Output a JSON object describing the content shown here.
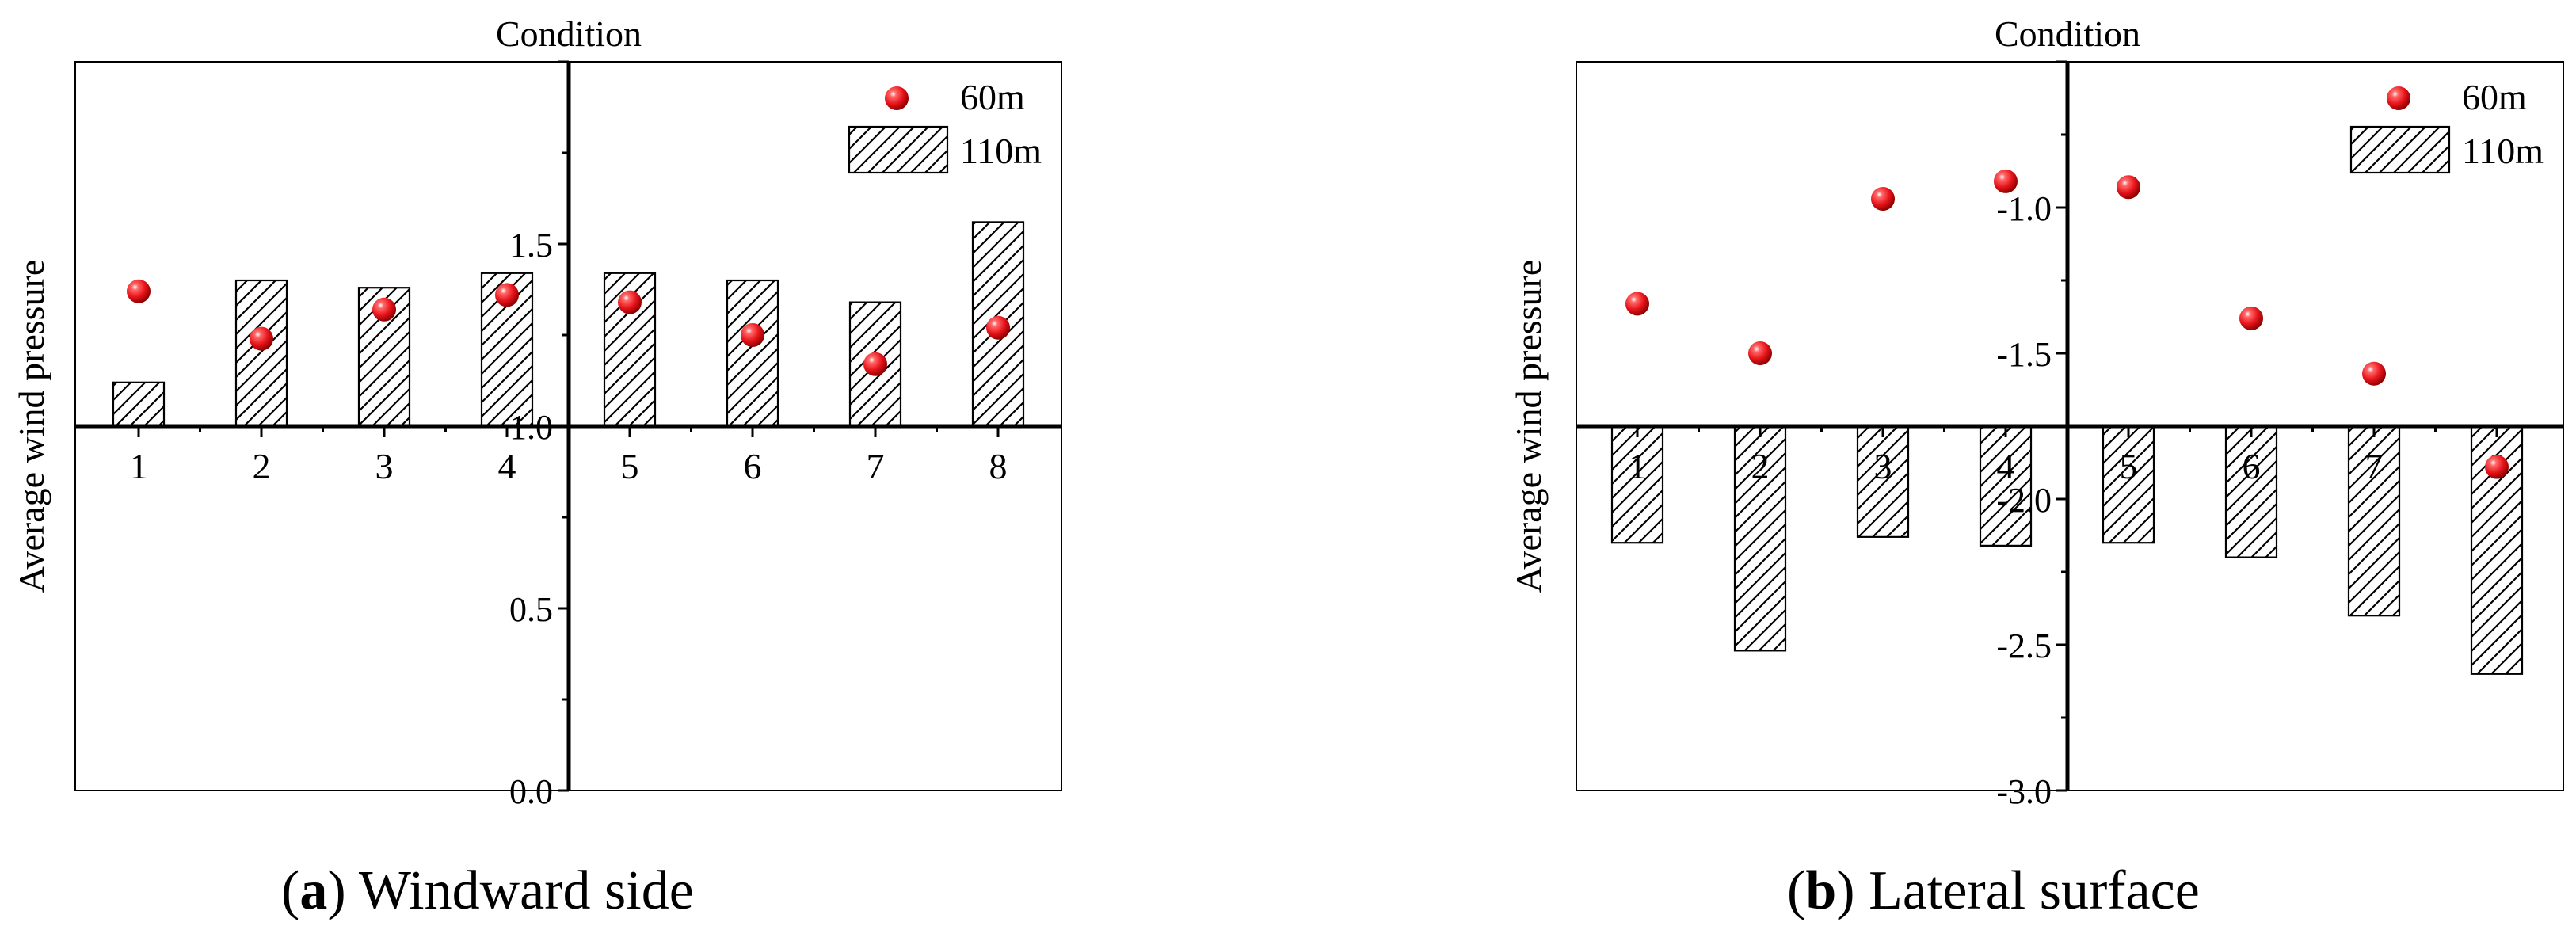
{
  "chart_data": [
    {
      "type": "bar",
      "panel": "a",
      "top_label": "Condition",
      "ylabel": "Average wind pressure",
      "categories": [
        "1",
        "2",
        "3",
        "4",
        "5",
        "6",
        "7",
        "8"
      ],
      "ylim": [
        0.0,
        2.0
      ],
      "baseline": 1.0,
      "yticks": [
        "0.0",
        "0.5",
        "1.0",
        "1.5"
      ],
      "grid": false,
      "legend_position": "top-right",
      "series": [
        {
          "name": "60m",
          "kind": "scatter",
          "color": "#e8141b",
          "values": [
            1.37,
            1.24,
            1.32,
            1.36,
            1.34,
            1.25,
            1.17,
            1.27
          ]
        },
        {
          "name": "110m",
          "kind": "bar",
          "pattern": "hatch",
          "values": [
            1.12,
            1.4,
            1.38,
            1.42,
            1.42,
            1.4,
            1.34,
            1.56
          ]
        }
      ],
      "caption": {
        "letter": "a",
        "text": "Windward side"
      }
    },
    {
      "type": "bar",
      "panel": "b",
      "top_label": "Condition",
      "ylabel": "Average wind pressure",
      "categories": [
        "1",
        "2",
        "3",
        "4",
        "5",
        "6",
        "7",
        "8"
      ],
      "ylim": [
        -3.0,
        -0.5
      ],
      "baseline": -1.75,
      "yticks": [
        "-1.0",
        "-1.5",
        "-2.0",
        "-2.5",
        "-3.0"
      ],
      "grid": false,
      "legend_position": "top-right",
      "series": [
        {
          "name": "60m",
          "kind": "scatter",
          "color": "#e8141b",
          "values": [
            -1.33,
            -1.5,
            -0.97,
            -0.91,
            -0.93,
            -1.38,
            -1.57,
            -1.89
          ]
        },
        {
          "name": "110m",
          "kind": "bar",
          "pattern": "hatch",
          "values": [
            -2.15,
            -2.52,
            -2.13,
            -2.16,
            -2.15,
            -2.2,
            -2.4,
            -2.6
          ]
        }
      ],
      "caption": {
        "letter": "b",
        "text": "Lateral surface"
      }
    }
  ]
}
